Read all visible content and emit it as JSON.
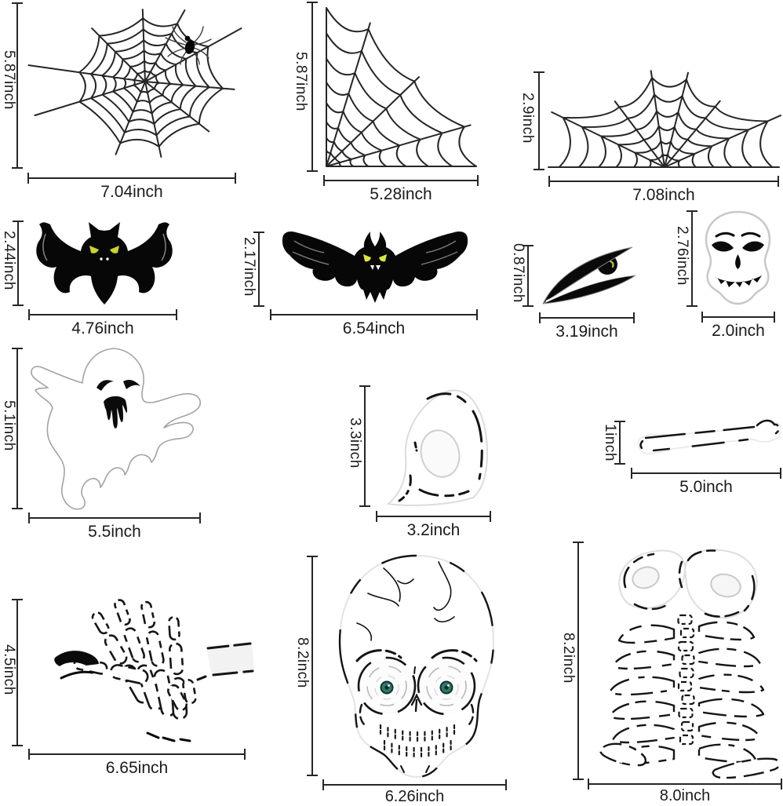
{
  "page": {
    "background": "#ffffff",
    "line_color": "#262626",
    "text_color": "#1b1b1b",
    "accent_eye_yellow": "#cdd52f",
    "accent_eye_teal": "#2f7a6b"
  },
  "figures": [
    {
      "id": "full-spider-web",
      "height": "5.87inch",
      "width": "7.04inch"
    },
    {
      "id": "corner-spider-web",
      "height": "5.87inch",
      "width": "5.28inch"
    },
    {
      "id": "half-spider-web",
      "height": "2.9inch",
      "width": "7.08inch"
    },
    {
      "id": "curved-wing-bat",
      "height": "2.44inch",
      "width": "4.76inch"
    },
    {
      "id": "wide-wing-bat",
      "height": "2.17inch",
      "width": "6.54inch"
    },
    {
      "id": "eye-pod",
      "height": "0.87inch",
      "width": "3.19inch"
    },
    {
      "id": "skull-face",
      "height": "2.76inch",
      "width": "2.0inch"
    },
    {
      "id": "ghost",
      "height": "5.1inch",
      "width": "5.5inch"
    },
    {
      "id": "pelvis-bone",
      "height": "3.3inch",
      "width": "3.2inch"
    },
    {
      "id": "long-bone",
      "height": "1inch",
      "width": "5.0inch"
    },
    {
      "id": "skeleton-hand",
      "height": "4.5inch",
      "width": "6.65inch"
    },
    {
      "id": "skeleton-skull",
      "height": "8.2inch",
      "width": "6.26inch"
    },
    {
      "id": "rib-cage",
      "height": "8.2inch",
      "width": "8.0inch"
    }
  ]
}
